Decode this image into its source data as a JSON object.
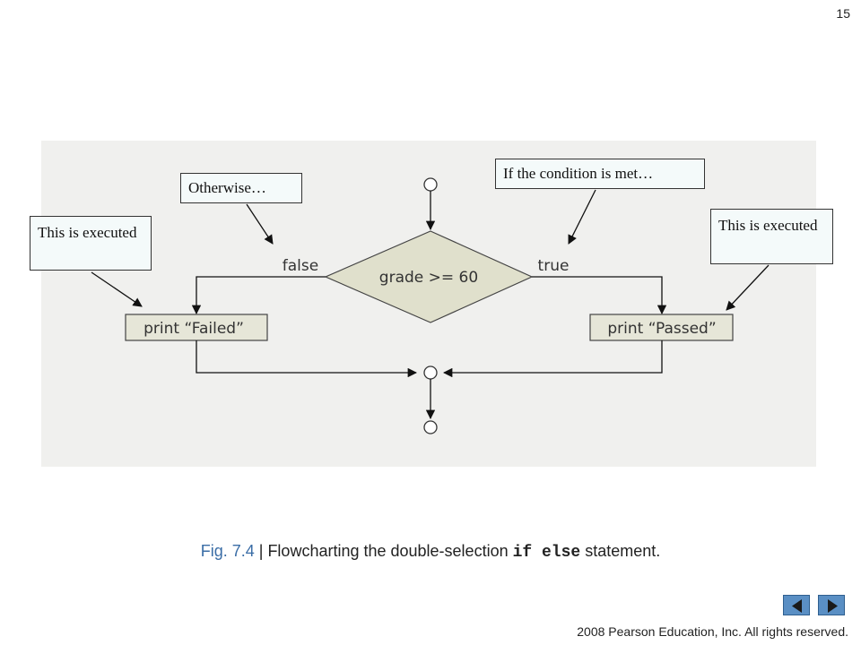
{
  "slide": {
    "page_number": "15",
    "copyright": " 2008 Pearson Education, Inc.  All rights reserved."
  },
  "flowchart": {
    "decision": "grade >= 60",
    "false_label": "false",
    "true_label": "true",
    "failed_action": "print “Failed”",
    "passed_action": "print “Passed”"
  },
  "callouts": {
    "left_executed": "This is executed",
    "otherwise": "Otherwise…",
    "condition_met": "If the condition is met…",
    "right_executed": "This is executed"
  },
  "caption": {
    "fig_num": "Fig. 7.4",
    "separator": " | ",
    "text_before": "Flowcharting the double-selection ",
    "code": "if else",
    "text_after": " statement."
  },
  "navigation": {
    "prev_icon": "triangle-left-icon",
    "next_icon": "triangle-right-icon"
  },
  "colors": {
    "panel_bg": "#f0f0ee",
    "diamond_fill": "#e0e0cc",
    "action_fill": "#e6e6d8",
    "caption_accent": "#3a6da6",
    "nav_button": "#5a8fc4"
  }
}
